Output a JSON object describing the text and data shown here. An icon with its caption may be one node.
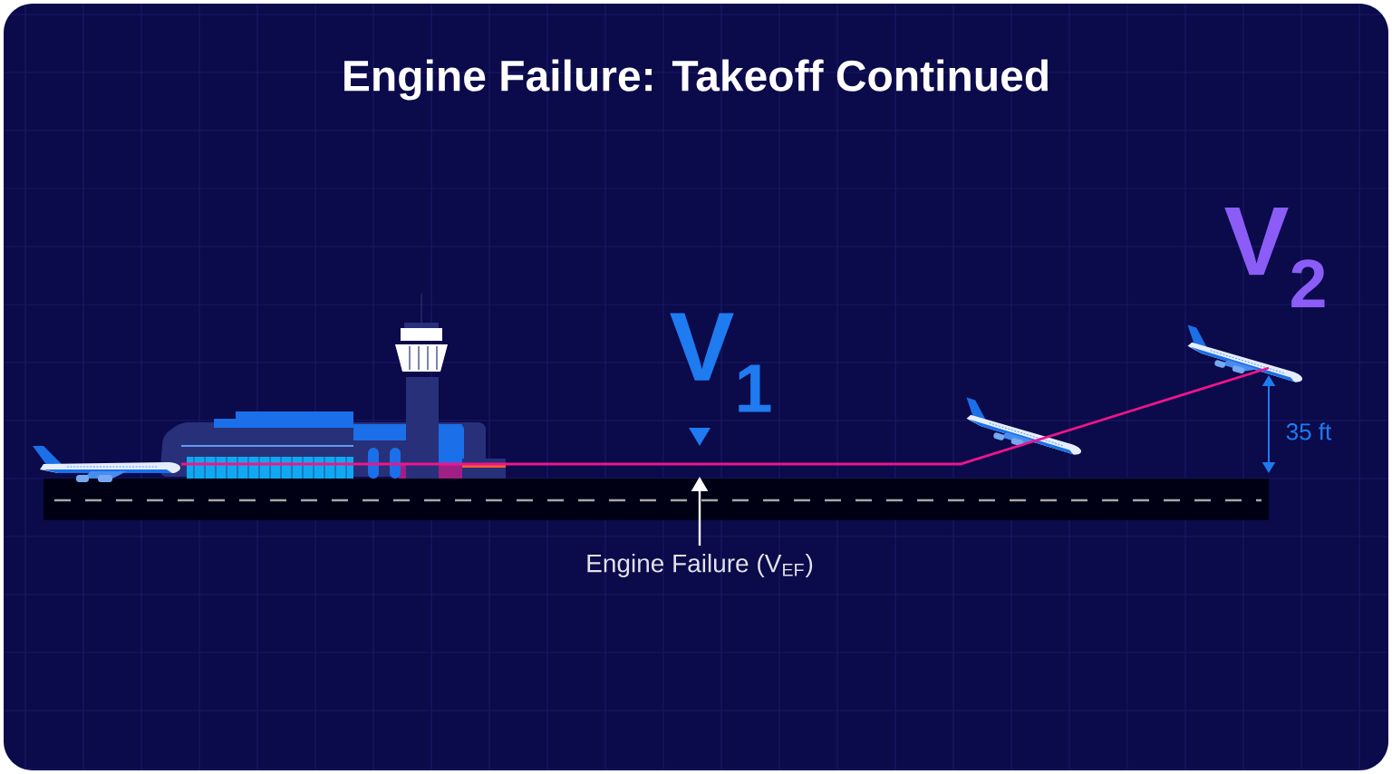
{
  "diagram": {
    "title": "Engine Failure: Takeoff Continued",
    "labels": [
      "V$_{1}$",
      "V$_{2}$",
      "35 ft",
      "Engine Failure (V$_{EF}$)"
    ]
  }
}
